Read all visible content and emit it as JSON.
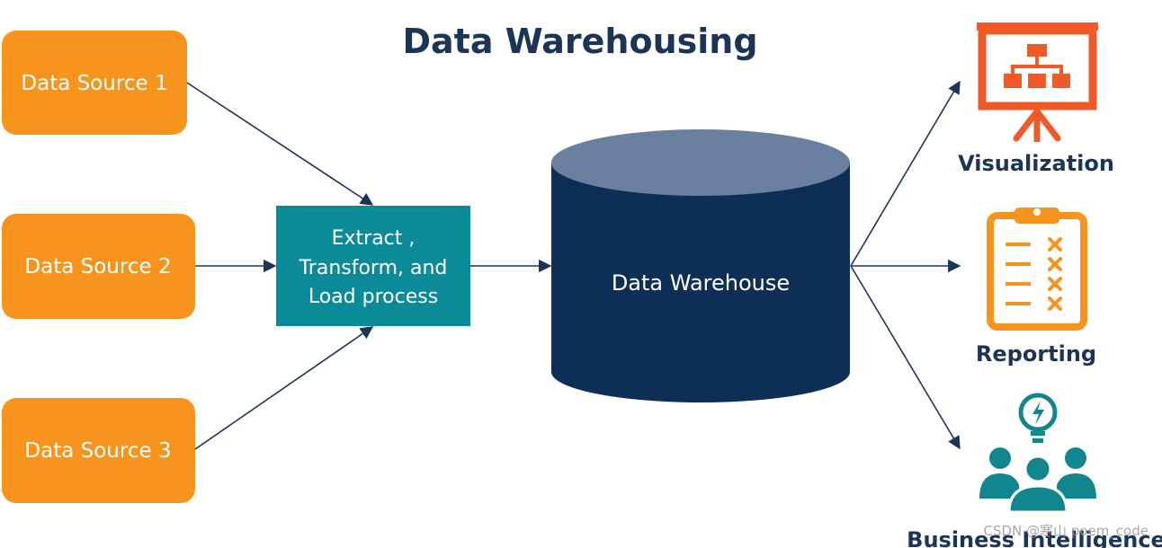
{
  "title": "Data Warehousing",
  "sources": [
    {
      "label": "Data Source 1"
    },
    {
      "label": "Data Source 2"
    },
    {
      "label": "Data Source 3"
    }
  ],
  "etl": {
    "lines": [
      "Extract ,",
      "Transform, and",
      "Load process"
    ]
  },
  "warehouse": {
    "label": "Data Warehouse"
  },
  "outputs": [
    {
      "label": "Visualization",
      "icon": "presentation-board-icon"
    },
    {
      "label": "Reporting",
      "icon": "clipboard-checklist-icon"
    },
    {
      "label": "Business Intelligence",
      "icon": "team-lightbulb-icon"
    }
  ],
  "watermark": "CSDN @寒山 poem_code",
  "colors": {
    "source_fill": "#f7941d",
    "etl_fill": "#0b8a98",
    "warehouse_body": "#0d2f57",
    "warehouse_top": "#6b7f9e",
    "title": "#1c3557",
    "arrow": "#1c3557",
    "visualization_icon": "#f05a28",
    "reporting_icon": "#f7941d",
    "bi_icon": "#12868f"
  }
}
